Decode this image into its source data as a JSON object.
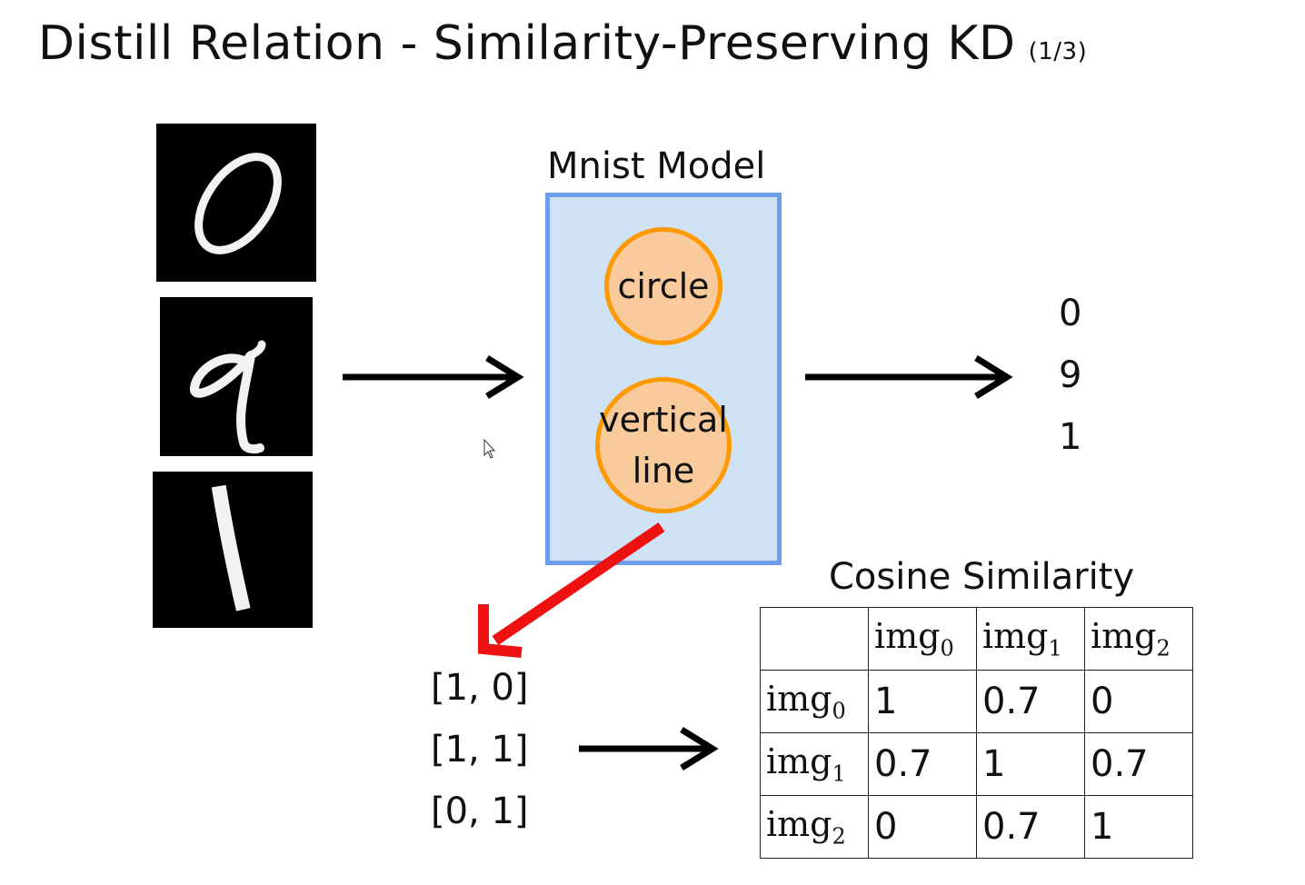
{
  "title": "Distill Relation - Similarity-Preserving KD",
  "page": "(1/3)",
  "model": {
    "label": "Mnist Model",
    "neurons": {
      "circle": "circle",
      "vertical": {
        "line1": "vertical",
        "line2": "line"
      }
    }
  },
  "outputs": [
    "0",
    "9",
    "1"
  ],
  "feature_vectors": [
    "[1, 0]",
    "[1, 1]",
    "[0, 1]"
  ],
  "similarity": {
    "label": "Cosine Similarity",
    "base": "img",
    "indices": [
      "0",
      "1",
      "2"
    ],
    "rows": [
      [
        "1",
        "0.7",
        "0"
      ],
      [
        "0.7",
        "1",
        "0.7"
      ],
      [
        "0",
        "0.7",
        "1"
      ]
    ]
  },
  "colors": {
    "model_fill": "#cfe2f3",
    "model_border": "#6d9eeb",
    "neuron_fill": "#f9cb9c",
    "neuron_border": "#ff9900",
    "highlight_arrow": "#ee1111",
    "arrow": "#000000"
  },
  "icons": {
    "input_images": [
      "digit-0-image",
      "digit-9-image",
      "digit-1-image"
    ],
    "cursor": "mouse-pointer-icon"
  }
}
